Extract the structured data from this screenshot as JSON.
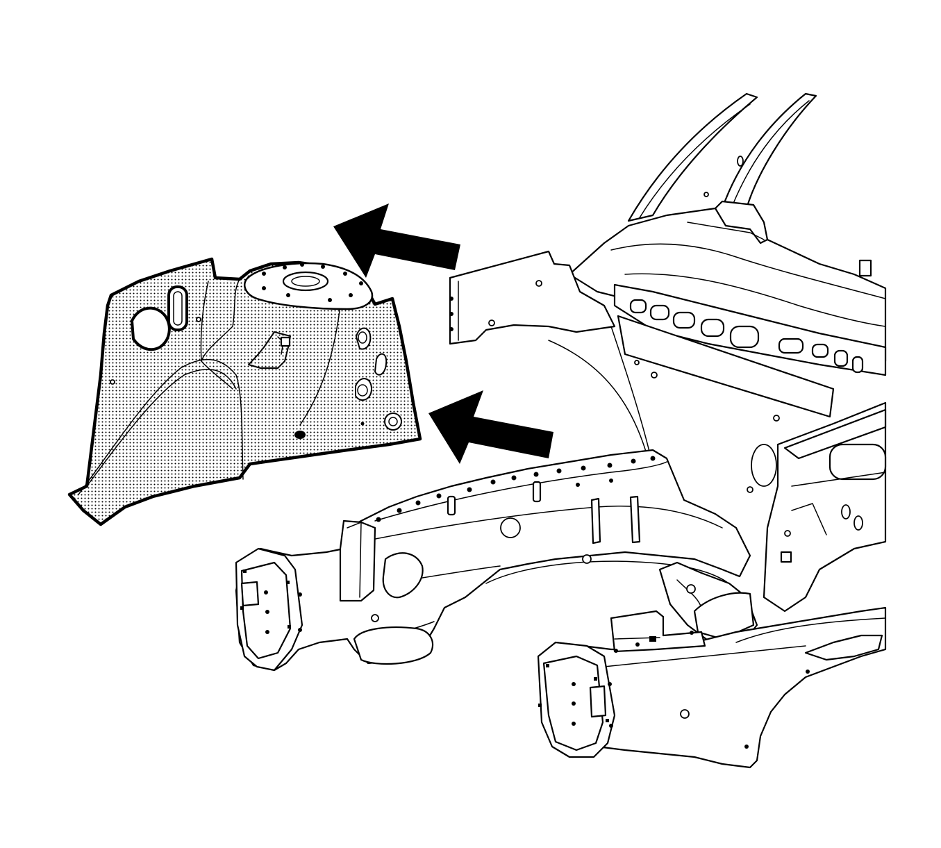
{
  "figure": {
    "colors": {
      "line": "#000000",
      "background": "#ffffff",
      "part_fill_dot": "#000000",
      "part_fill_base": "#d9d9d9",
      "arrow": "#000000"
    },
    "highlighted_part": "rear-wheelhouse-panel",
    "arrow_count": 2,
    "arrow_direction": "up-left"
  }
}
